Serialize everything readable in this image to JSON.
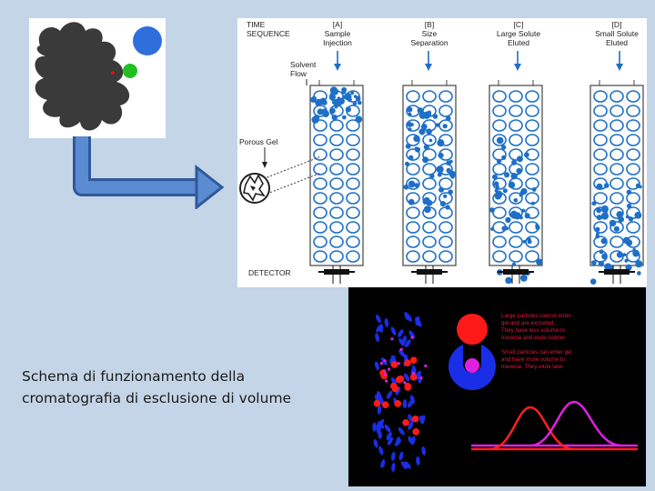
{
  "seq": {
    "title_line1": "TIME",
    "title_line2": "SEQUENCE",
    "steps": [
      {
        "letter": "[A]",
        "line1": "Sample",
        "line2": "Injection"
      },
      {
        "letter": "[B]",
        "line1": "Size",
        "line2": "Separation"
      },
      {
        "letter": "[C]",
        "line1": "Large Solute",
        "line2": "Eluted"
      },
      {
        "letter": "[D]",
        "line1": "Small Solute",
        "line2": "Eluted"
      }
    ],
    "solvent_line1": "Solvent",
    "solvent_line2": "Flow",
    "porous_gel": "Porous Gel",
    "detector": "DETECTOR"
  },
  "anim": {
    "note1": [
      "Large particles cannot enter",
      "gel and are excluded.",
      "They have less volume to",
      "traverse and elute sooner."
    ],
    "note2": [
      "Small particles can enter gel",
      "and have more volume to",
      "traverse. They elute later."
    ]
  },
  "caption": {
    "line1": "Schema di funzionamento della",
    "line2": "cromatografia di esclusione di volume"
  },
  "colors": {
    "background": "#c5d5e8",
    "bead_blue": "#1e6fc7",
    "gel_gray": "#3a3a3a",
    "large_particle": "#2f6fdb",
    "small_particle": "#20c020",
    "curve_red": "#ff2020",
    "curve_magenta": "#e020e0"
  }
}
